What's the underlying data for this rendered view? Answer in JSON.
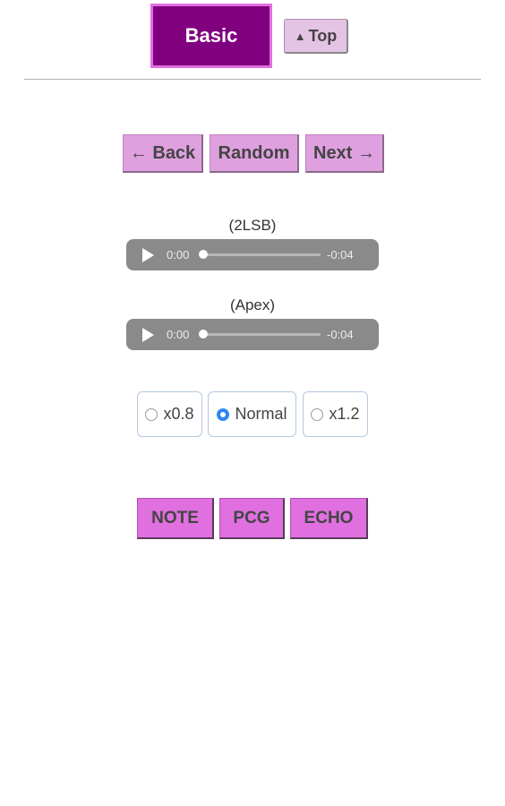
{
  "header": {
    "basic_label": "Basic",
    "top_label": "Top",
    "top_icon": "triangle-up-icon"
  },
  "nav": {
    "back_label": "← Back",
    "random_label": "Random",
    "next_label": "Next →"
  },
  "audio": [
    {
      "label": "(2LSB)",
      "current_time": "0:00",
      "remaining_time": "-0:04",
      "progress": 0
    },
    {
      "label": "(Apex)",
      "current_time": "0:00",
      "remaining_time": "-0:04",
      "progress": 0
    }
  ],
  "speed": {
    "options": [
      "x0.8",
      "Normal",
      "x1.2"
    ],
    "selected": "Normal"
  },
  "effects": {
    "note_label": "NOTE",
    "pcg_label": "PCG",
    "echo_label": "ECHO"
  },
  "colors": {
    "basic_bg": "#800080",
    "basic_border": "#e070e0",
    "nav_button": "#dfa0df",
    "effect_button": "#e070e0",
    "radio_selected": "#2f86f0",
    "player_bg": "#8a8a8a"
  }
}
